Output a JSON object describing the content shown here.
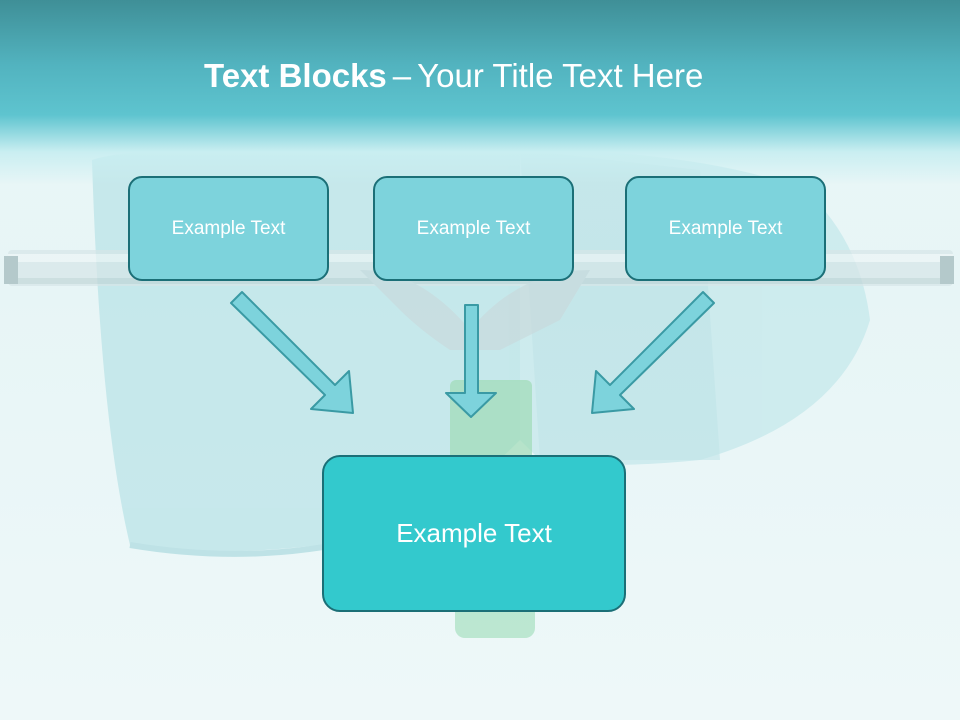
{
  "slide": {
    "title_bold": "Text Blocks",
    "title_separator": "–",
    "title_rest": "Your Title Text Here",
    "boxes": [
      {
        "label": "Example Text"
      },
      {
        "label": "Example Text"
      },
      {
        "label": "Example Text"
      }
    ],
    "main_box": {
      "label": "Example Text"
    }
  },
  "colors": {
    "header": "#52b3bf",
    "small_box_fill": "#7dd3dc",
    "main_box_fill": "#33c9cd",
    "border": "#1b6f77",
    "arrow_fill": "#7dd3dc",
    "arrow_stroke": "#3a9aa4"
  },
  "icons": [
    "towel-image",
    "squeegee-image",
    "arrow-icon"
  ]
}
